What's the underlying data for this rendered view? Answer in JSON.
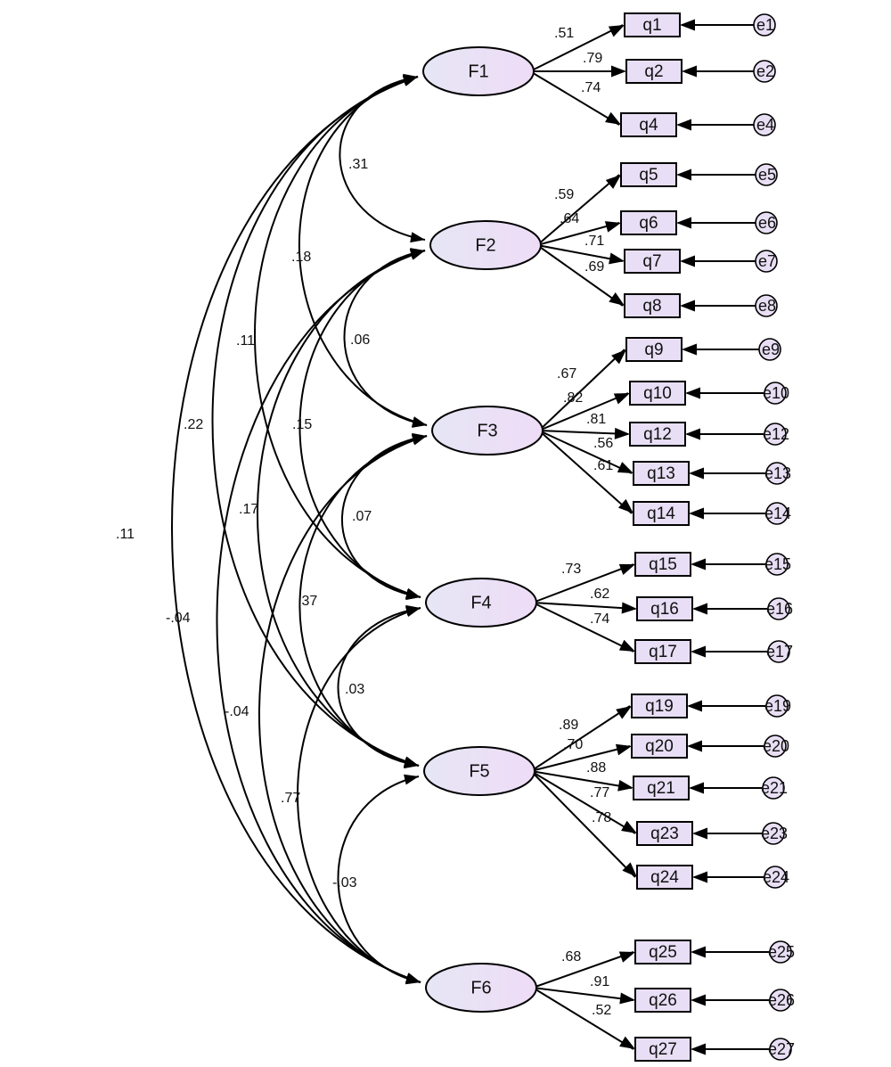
{
  "diagram": {
    "factors": [
      {
        "id": "F1",
        "label": "F1",
        "items": [
          {
            "label": "q1",
            "error": "e1",
            "loading": ".51"
          },
          {
            "label": "q2",
            "error": "e2",
            "loading": ".79"
          },
          {
            "label": "q4",
            "error": "e4",
            "loading": ".74"
          }
        ]
      },
      {
        "id": "F2",
        "label": "F2",
        "items": [
          {
            "label": "q5",
            "error": "e5",
            "loading": ".59"
          },
          {
            "label": "q6",
            "error": "e6",
            "loading": ".64"
          },
          {
            "label": "q7",
            "error": "e7",
            "loading": ".71"
          },
          {
            "label": "q8",
            "error": "e8",
            "loading": ".69"
          }
        ]
      },
      {
        "id": "F3",
        "label": "F3",
        "items": [
          {
            "label": "q9",
            "error": "e9",
            "loading": ".67"
          },
          {
            "label": "q10",
            "error": "e10",
            "loading": ".82"
          },
          {
            "label": "q12",
            "error": "e12",
            "loading": ".81"
          },
          {
            "label": "q13",
            "error": "e13",
            "loading": ".56"
          },
          {
            "label": "q14",
            "error": "e14",
            "loading": ".61"
          }
        ]
      },
      {
        "id": "F4",
        "label": "F4",
        "items": [
          {
            "label": "q15",
            "error": "e15",
            "loading": ".73"
          },
          {
            "label": "q16",
            "error": "e16",
            "loading": ".62"
          },
          {
            "label": "q17",
            "error": "e17",
            "loading": ".74"
          }
        ]
      },
      {
        "id": "F5",
        "label": "F5",
        "items": [
          {
            "label": "q19",
            "error": "e19",
            "loading": ".89"
          },
          {
            "label": "q20",
            "error": "e20",
            "loading": ".70"
          },
          {
            "label": "q21",
            "error": "e21",
            "loading": ".88"
          },
          {
            "label": "q23",
            "error": "e23",
            "loading": ".77"
          },
          {
            "label": "q24",
            "error": "e24",
            "loading": ".78"
          }
        ]
      },
      {
        "id": "F6",
        "label": "F6",
        "items": [
          {
            "label": "q25",
            "error": "e25",
            "loading": ".68"
          },
          {
            "label": "q26",
            "error": "e26",
            "loading": ".91"
          },
          {
            "label": "q27",
            "error": "e27",
            "loading": ".52"
          }
        ]
      }
    ],
    "correlations": [
      {
        "from": "F1",
        "to": "F2",
        "value": ".31"
      },
      {
        "from": "F1",
        "to": "F3",
        "value": ".18"
      },
      {
        "from": "F1",
        "to": "F4",
        "value": ".11"
      },
      {
        "from": "F1",
        "to": "F5",
        "value": ".22"
      },
      {
        "from": "F1",
        "to": "F6",
        "value": ".11"
      },
      {
        "from": "F2",
        "to": "F3",
        "value": ".06"
      },
      {
        "from": "F2",
        "to": "F4",
        "value": ".15"
      },
      {
        "from": "F2",
        "to": "F5",
        "value": ".17"
      },
      {
        "from": "F2",
        "to": "F6",
        "value": "-.04"
      },
      {
        "from": "F3",
        "to": "F4",
        "value": ".07"
      },
      {
        "from": "F3",
        "to": "F5",
        "value": ".37"
      },
      {
        "from": "F3",
        "to": "F6",
        "value": "-.04"
      },
      {
        "from": "F4",
        "to": "F5",
        "value": ".03"
      },
      {
        "from": "F4",
        "to": "F6",
        "value": ".77"
      },
      {
        "from": "F5",
        "to": "F6",
        "value": "-.03"
      }
    ],
    "colors": {
      "line": "#000000",
      "factor_fill_start": "#e6e6f5",
      "factor_fill_end": "#eedcf6",
      "item_fill": "#e8def5",
      "error_fill": "#e9dff5"
    }
  }
}
